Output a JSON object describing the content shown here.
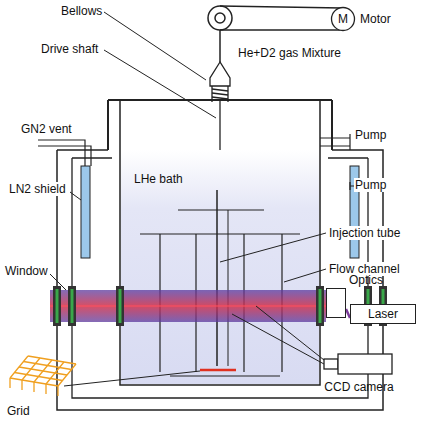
{
  "diagram": {
    "nodes": [
      {
        "text": [
          "M",
          "Motor"
        ]
      },
      {
        "text": [
          "Optics"
        ]
      },
      {
        "text": [
          "Laser"
        ]
      },
      {
        "text": [
          "CCD camera"
        ]
      }
    ],
    "edges": [
      {
        "from": 2,
        "to": 1,
        "arrow": "none"
      }
    ],
    "labels": [
      "Bellows",
      "He+D2 gas Mixture",
      "Drive shaft",
      "GN2 vent",
      "Pump",
      "Pump",
      "LN2 shield",
      "LHe bath",
      "Injection tube",
      "Flow channel",
      "Window",
      "Grid"
    ]
  }
}
